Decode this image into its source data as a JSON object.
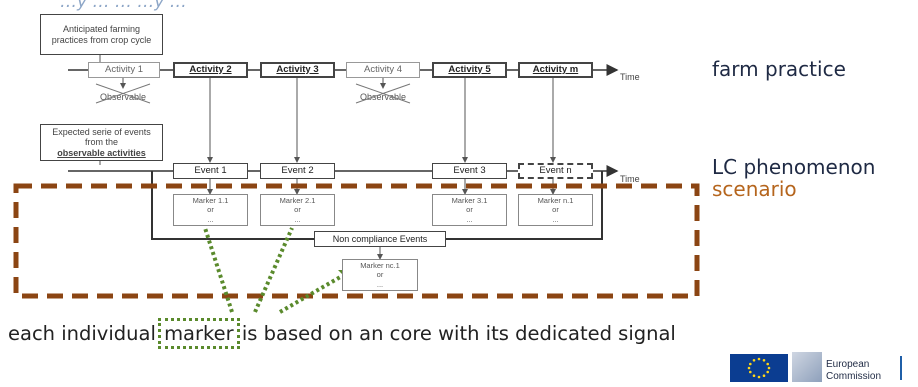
{
  "top_cut": "…y …  …  …y …",
  "notes": {
    "anticipated": "Anticipated farming practices from crop cycle",
    "expected_prefix": "Expected serie of events from the",
    "expected_bold": "observable activities"
  },
  "activities": [
    {
      "label": "Activity 1",
      "style": "light"
    },
    {
      "label": "Activity 2",
      "style": "strong"
    },
    {
      "label": "Activity 3",
      "style": "strong"
    },
    {
      "label": "Activity 4",
      "style": "light"
    },
    {
      "label": "Activity 5",
      "style": "strong"
    },
    {
      "label": "Activity m",
      "style": "strong"
    }
  ],
  "observable_label": "Observable",
  "time_label": "Time",
  "events": [
    "Event 1",
    "Event 2",
    "Event 3",
    "Event n"
  ],
  "markers": [
    {
      "label": "Marker 1.1",
      "or": "or",
      "more": "..."
    },
    {
      "label": "Marker 2.1",
      "or": "or",
      "more": "..."
    },
    {
      "label": "Marker 3.1",
      "or": "or",
      "more": "..."
    },
    {
      "label": "Marker n.1",
      "or": "or",
      "more": "..."
    },
    {
      "label": "Marker nc.1",
      "or": "or",
      "more": "..."
    }
  ],
  "noncompliance": "Non compliance Events",
  "labels": {
    "farm_practice": "farm practice",
    "lc_phenomenon": "LC phenomenon",
    "scenario": "scenario"
  },
  "bottom": {
    "before": "each individual ",
    "highlight": "marker",
    "after": " is based on an core with its dedicated signal"
  },
  "logo": {
    "line1": "European",
    "line2": "Commission"
  },
  "colors": {
    "scenario": "#b5651d",
    "pointer": "#5a8a2c",
    "label": "#1f2a44"
  }
}
